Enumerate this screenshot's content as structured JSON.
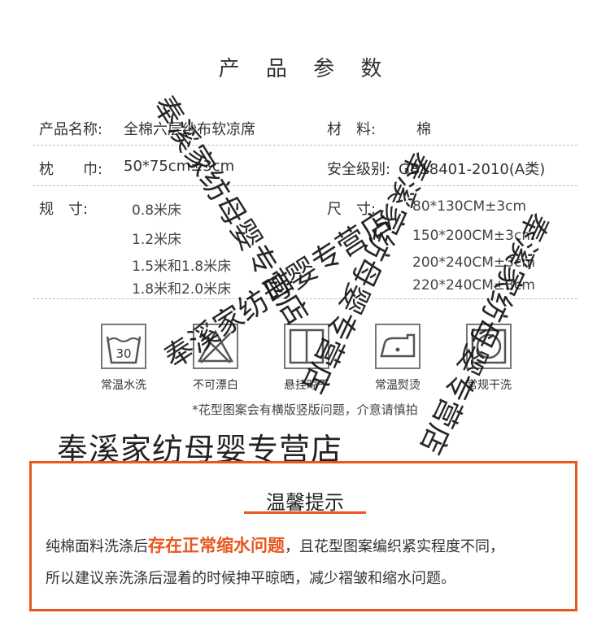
{
  "title": "产 品 参 数",
  "params": {
    "name_label": "产品名称:",
    "name_value": "全棉六层纱布软凉席",
    "material_label": "材　料:",
    "material_value": "棉",
    "pillow_label": "枕　　巾:",
    "pillow_value": "50*75cm±3cm",
    "safety_label": "安全级别:",
    "safety_value": "GB18401-2010(A类)",
    "spec_label": "规　寸:",
    "size_label": "尺　寸:",
    "specs": [
      "0.8米床",
      "1.2米床",
      "1.5米和1.8米床",
      "1.8米和2.0米床"
    ],
    "sizes": [
      "80*130CM±3cm",
      "150*200CM±3cm",
      "200*240CM±3cm",
      "220*240CM±3cm"
    ]
  },
  "care": {
    "icons": [
      {
        "icon": "wash-30-icon",
        "label": "常温水洗",
        "text": "30"
      },
      {
        "icon": "no-bleach-icon",
        "label": "不可漂白"
      },
      {
        "icon": "hang-dry-icon",
        "label": "悬挂晾干"
      },
      {
        "icon": "iron-icon",
        "label": "常温熨烫"
      },
      {
        "icon": "tumble-dry-icon",
        "label": "常规干洗"
      }
    ],
    "note": "*花型图案会有横版竖版问题，介意请慎拍"
  },
  "shop_name": "奉溪家纺母婴专营店",
  "tip": {
    "title": "温馨提示",
    "line1_a": "纯棉面料洗涤后",
    "line1_highlight": "存在正常缩水问题",
    "line1_b": "，且花型图案编织紧实程度不同，",
    "line2": "所以建议亲洗涤后湿着的时候抻平晾晒，减少褶皱和缩水问题。"
  },
  "watermark": "奉溪家纺母婴专营店",
  "colors": {
    "accent": "#e8571e"
  }
}
